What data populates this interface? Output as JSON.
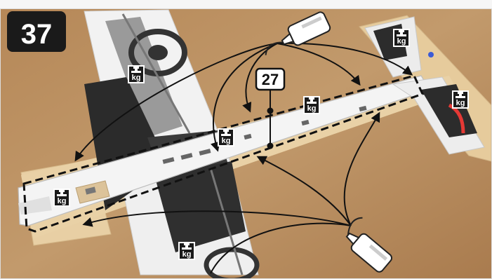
{
  "step": {
    "number": "37"
  },
  "callout": {
    "label": "27"
  },
  "weights": [
    {
      "label": "kg"
    },
    {
      "label": "kg"
    },
    {
      "label": "kg"
    },
    {
      "label": "kg"
    },
    {
      "label": "kg"
    },
    {
      "label": "kg"
    },
    {
      "label": "kg"
    }
  ],
  "colors": {
    "cardboard": "#b7895a",
    "plywood": "#e8cfa4",
    "foam_white": "#f2f2f2",
    "foam_grey": "#9a9a9a",
    "foam_black": "#2b2b2b",
    "badge": "#1a1a1a",
    "accent": "#e53935"
  }
}
